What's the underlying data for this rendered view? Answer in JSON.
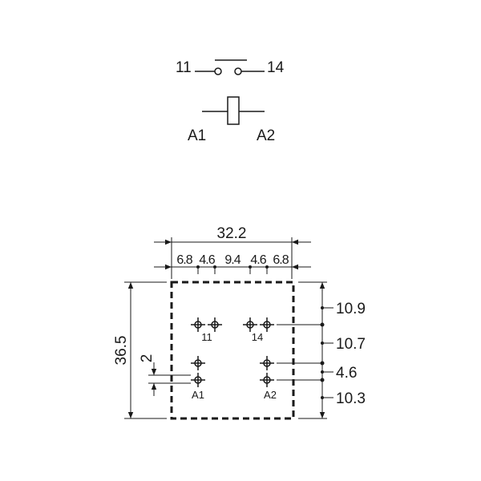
{
  "schematic": {
    "contact_left": "11",
    "contact_right": "14",
    "coil_left": "A1",
    "coil_right": "A2"
  },
  "footprint": {
    "overall_width": "32.2",
    "overall_height": "36.5",
    "horizontal_spacings": [
      "6.8",
      "4.6",
      "9.4",
      "4.6",
      "6.8"
    ],
    "vertical_spacings": [
      "10.9",
      "10.7",
      "4.6",
      "10.3"
    ],
    "pin_offset": "2",
    "pin_labels": [
      "11",
      "14",
      "A1",
      "A2"
    ],
    "colors": {
      "ink": "#1a1a1a"
    }
  }
}
